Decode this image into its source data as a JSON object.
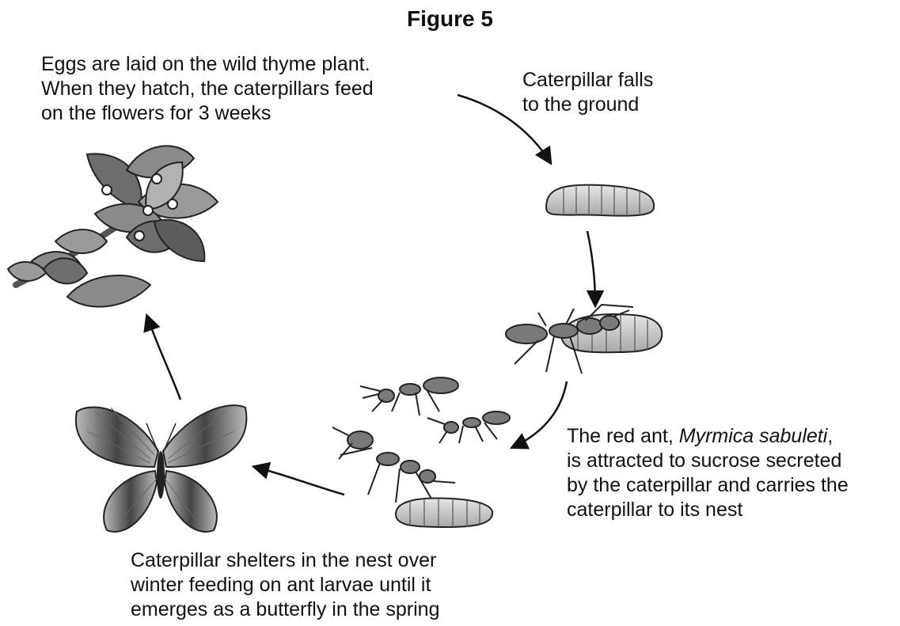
{
  "figure": {
    "title": "Figure 5"
  },
  "captions": {
    "eggs": [
      "Eggs are laid on the wild thyme plant.",
      "When they hatch, the caterpillars feed",
      "on the flowers for 3 weeks"
    ],
    "falls": [
      "Caterpillar falls",
      "to the ground"
    ],
    "ant": {
      "line1_prefix": "The red ant, ",
      "line1_species": "Myrmica sabuleti",
      "line1_suffix": ",",
      "line2": "is attracted to sucrose secreted",
      "line3": "by the caterpillar and carries the",
      "line4": "caterpillar to its nest"
    },
    "shelter": [
      "Caterpillar shelters in the nest over",
      "winter feeding on ant larvae until it",
      "emerges as a butterfly in the spring"
    ]
  },
  "colors": {
    "leaf_dark": "#6e6e6e",
    "leaf_light": "#a9a9a9",
    "body_grey": "#8c8c8c",
    "larva": "#cfcfcf",
    "outline": "#222222"
  }
}
